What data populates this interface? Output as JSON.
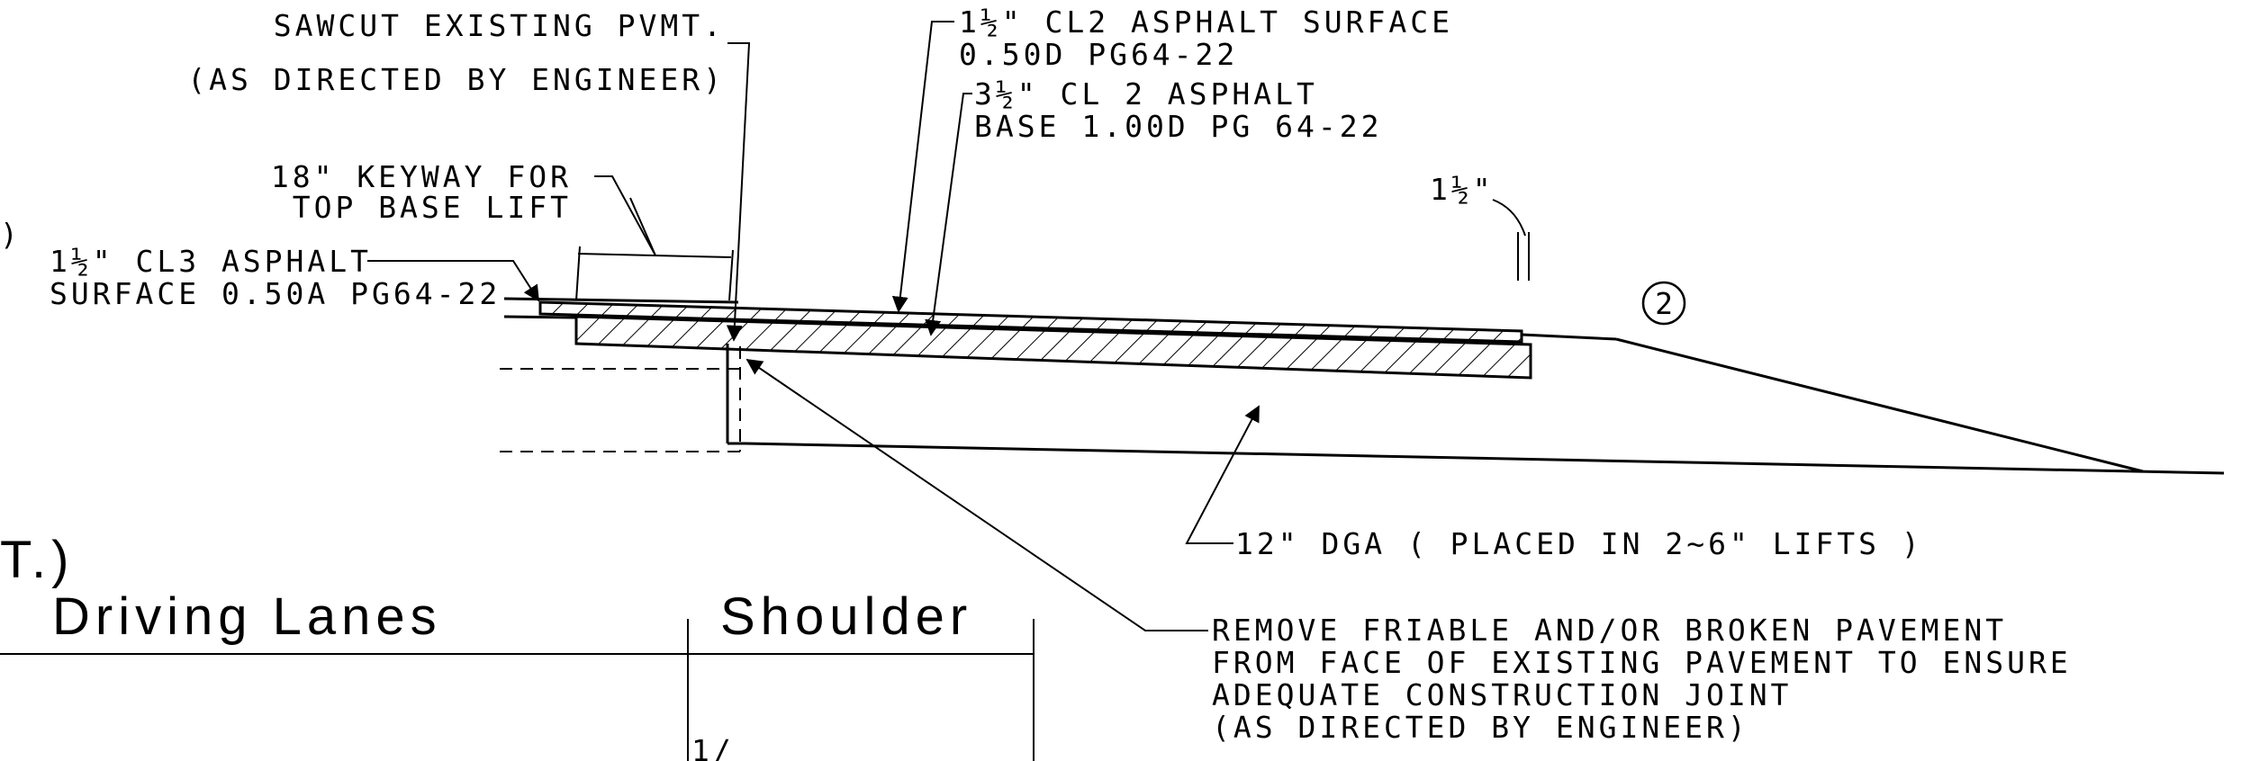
{
  "callouts": {
    "sawcut_line1": "SAWCUT EXISTING PVMT.",
    "sawcut_line2": "(AS DIRECTED BY ENGINEER)",
    "surface_cl2_line1": "1½\" CL2 ASPHALT SURFACE",
    "surface_cl2_line2": "0.50D PG64-22",
    "base_cl2_line1": "3½\" CL 2 ASPHALT",
    "base_cl2_line2": "BASE 1.00D PG 64-22",
    "keyway_line1": "18\" KEYWAY FOR",
    "keyway_line2": "TOP BASE LIFT",
    "surface_cl3_line1": "1½\" CL3 ASPHALT",
    "surface_cl3_line2": "SURFACE 0.50A PG64-22",
    "thickness_dim": "1½\"",
    "detail_number": "2",
    "dga": "12\" DGA ( PLACED IN 2~6\" LIFTS )",
    "remove_line1": "REMOVE FRIABLE AND/OR BROKEN PAVEMENT",
    "remove_line2": "FROM FACE OF EXISTING PAVEMENT TO ENSURE",
    "remove_line3": "ADEQUATE CONSTRUCTION JOINT",
    "remove_line4": "(AS DIRECTED BY ENGINEER)",
    "partial_left_top": ")",
    "partial_left_mid": "T.)",
    "partial_bottom": "1/"
  },
  "section_labels": {
    "driving_lanes": "Driving Lanes",
    "shoulder": "Shoulder"
  }
}
